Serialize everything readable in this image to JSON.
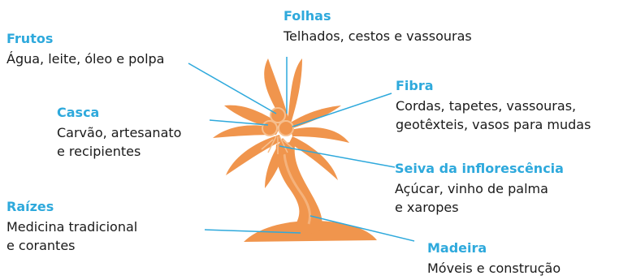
{
  "colors": {
    "accent": "#2ea9dc",
    "tree": "#f0954d",
    "tree_light": "#f6bf8e",
    "text": "#1a1a1a"
  },
  "labels": {
    "folhas": {
      "title": "Folhas",
      "desc": [
        "Telhados, cestos e vassouras"
      ]
    },
    "frutos": {
      "title": "Frutos",
      "desc": [
        "Água, leite, óleo e polpa"
      ]
    },
    "fibra": {
      "title": "Fibra",
      "desc": [
        "Cordas, tapetes, vassouras,",
        "geotêxteis, vasos para mudas"
      ]
    },
    "casca": {
      "title": "Casca",
      "desc": [
        "Carvão, artesanato",
        "e recipientes"
      ]
    },
    "seiva": {
      "title": "Seiva da inflorescência",
      "desc": [
        "Açúcar, vinho de palma",
        "e xaropes"
      ]
    },
    "raizes": {
      "title": "Raízes",
      "desc": [
        "Medicina tradicional",
        "e corantes"
      ]
    },
    "madeira": {
      "title": "Madeira",
      "desc": [
        "Móveis e construção"
      ]
    }
  }
}
